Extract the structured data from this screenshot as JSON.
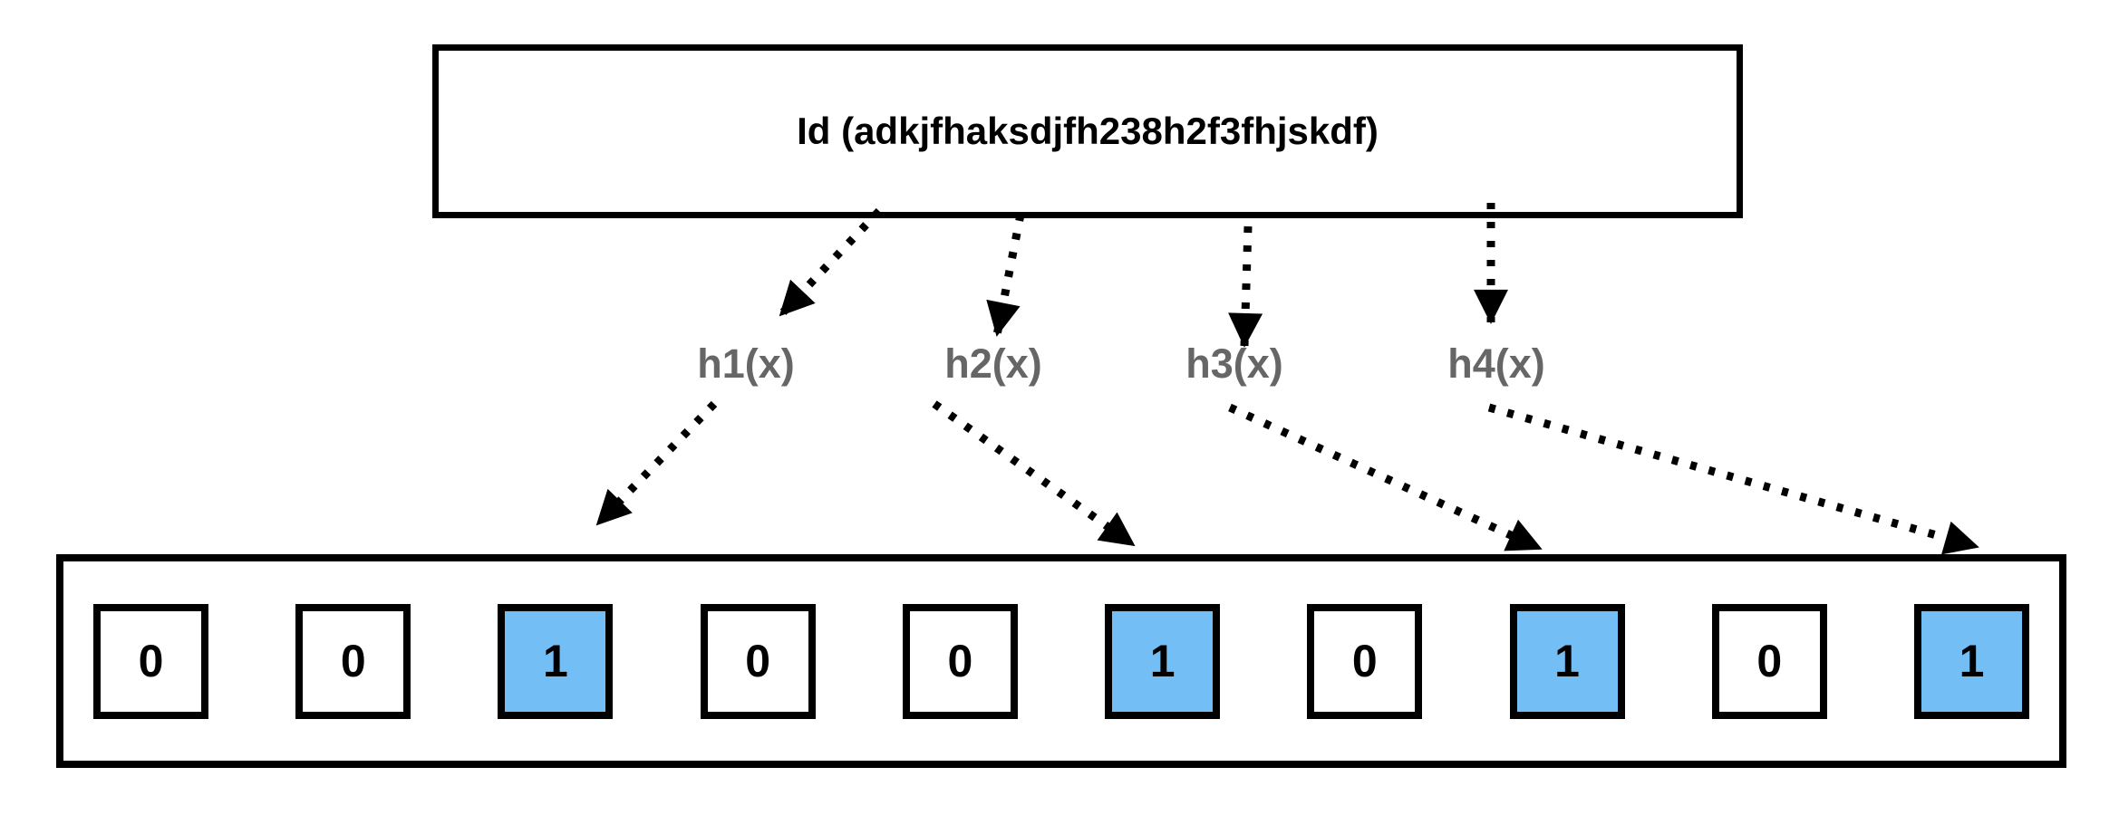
{
  "id_box": {
    "label": "Id (adkjfhaksdjfh238h2f3fhjskdf)"
  },
  "hash_functions": [
    {
      "label": "h1(x)"
    },
    {
      "label": "h2(x)"
    },
    {
      "label": "h3(x)"
    },
    {
      "label": "h4(x)"
    }
  ],
  "bit_array": {
    "cells": [
      "0",
      "0",
      "1",
      "0",
      "0",
      "1",
      "0",
      "1",
      "0",
      "1"
    ],
    "set_indices": [
      2,
      5,
      7,
      9
    ]
  },
  "arrows": [
    {
      "from": "id-box",
      "to": "h1(x)"
    },
    {
      "from": "id-box",
      "to": "h2(x)"
    },
    {
      "from": "id-box",
      "to": "h3(x)"
    },
    {
      "from": "id-box",
      "to": "h4(x)"
    },
    {
      "from": "h1(x)",
      "to": "bit-cell-3"
    },
    {
      "from": "h2(x)",
      "to": "bit-cell-6"
    },
    {
      "from": "h3(x)",
      "to": "bit-cell-8"
    },
    {
      "from": "h4(x)",
      "to": "bit-cell-10"
    }
  ],
  "colors": {
    "set_bit_fill": "#73BEF5",
    "stroke": "#000000",
    "hash_label": "#666666",
    "background": "#FFFFFF",
    "digit": "#000000"
  }
}
